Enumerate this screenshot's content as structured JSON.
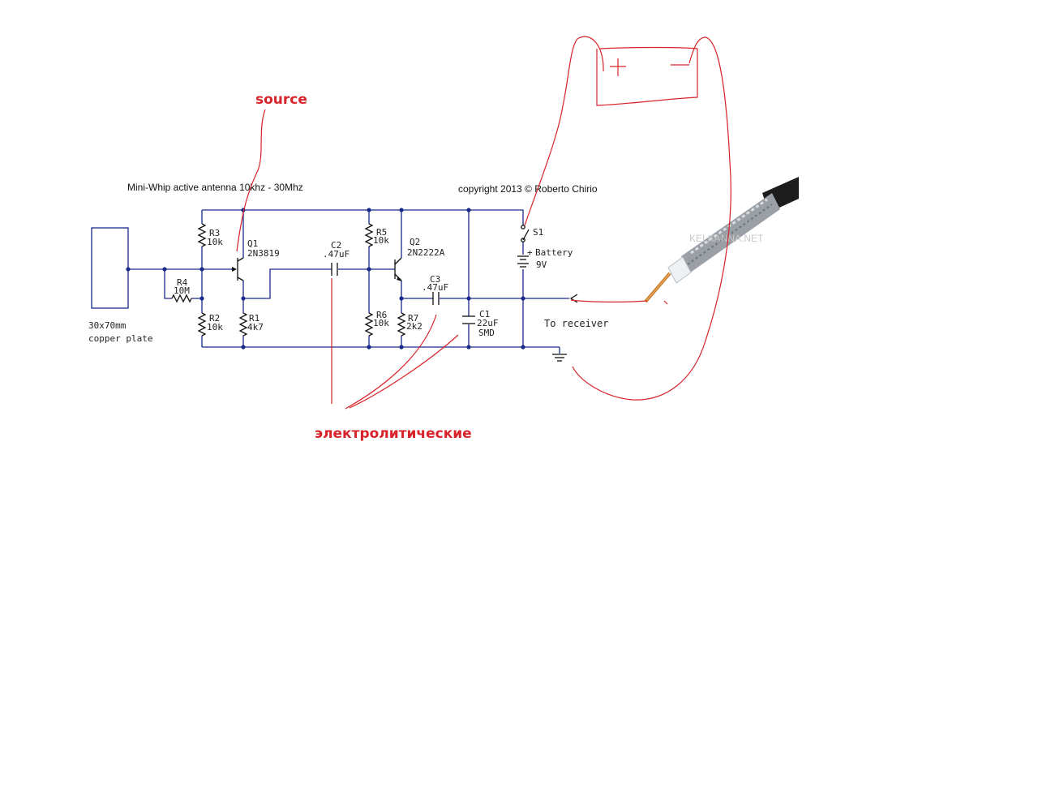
{
  "title": "Mini-Whip active antenna 10khz -  30Mhz",
  "copyright": "copyright 2013 © Roberto Chirio",
  "plate": {
    "label_line1": "30x70mm",
    "label_line2": "copper plate"
  },
  "components": {
    "R1": {
      "name": "R1",
      "value": "4k7"
    },
    "R2": {
      "name": "R2",
      "value": "10k"
    },
    "R3": {
      "name": "R3",
      "value": "10k"
    },
    "R4": {
      "name": "R4",
      "value": "10M"
    },
    "R5": {
      "name": "R5",
      "value": "10k"
    },
    "R6": {
      "name": "R6",
      "value": "10k"
    },
    "R7": {
      "name": "R7",
      "value": "2k2"
    },
    "C1": {
      "name": "C1",
      "value": "22uF",
      "note": "SMD"
    },
    "C2": {
      "name": "C2",
      "value": ".47uF"
    },
    "C3": {
      "name": "C3",
      "value": ".47uF"
    },
    "Q1": {
      "name": "Q1",
      "value": "2N3819"
    },
    "Q2": {
      "name": "Q2",
      "value": "2N2222A"
    },
    "S1": {
      "name": "S1"
    },
    "battery": {
      "name": "Battery",
      "value": "9V",
      "plus": "+"
    }
  },
  "output_label": "To receiver",
  "watermark": "KELKANNA.NET",
  "annotations": {
    "source": "source",
    "electrolytic": "электролитические",
    "battery_plus": "+",
    "battery_minus": "—"
  },
  "colors": {
    "wire": "#1a2a8a",
    "annotation": "#d8232a"
  }
}
